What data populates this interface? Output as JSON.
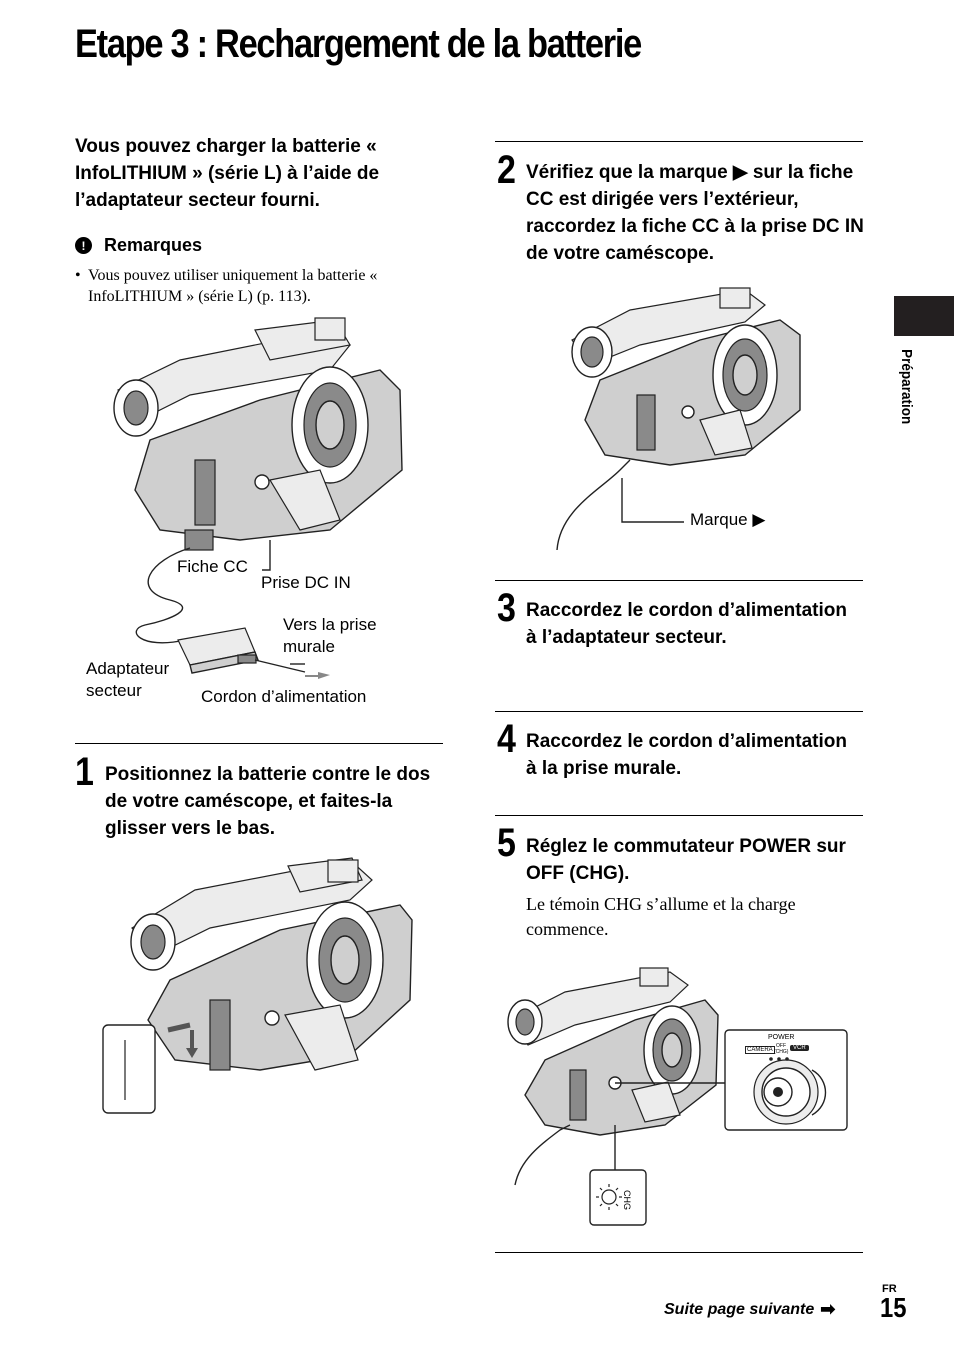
{
  "page": {
    "title": "Etape 3 : Rechargement de la batterie",
    "side_tab_label": "Préparation",
    "footer_next": "Suite page suivante",
    "lang_code": "FR",
    "page_number": "15"
  },
  "intro": "Vous pouvez charger la batterie « InfoLITHIUM » (série L) à l’aide de l’adaptateur secteur fourni.",
  "notes": {
    "heading": "Remarques",
    "items": [
      "Vous pouvez utiliser uniquement la batterie « InfoLITHIUM » (série L) (p. 113)."
    ]
  },
  "figure_main": {
    "labels": {
      "plug": "Fiche CC",
      "jack": "Prise DC IN",
      "to_outlet_1": "Vers la prise",
      "to_outlet_2": "murale",
      "adapter_1": "Adaptateur",
      "adapter_2": "secteur",
      "cord": "Cordon d’alimentation"
    }
  },
  "steps": [
    {
      "number": "1",
      "text": "Positionnez la batterie contre le dos de votre caméscope, et faites-la glisser vers le bas."
    },
    {
      "number": "2",
      "text": "Vérifiez que la marque ▶ sur la fiche CC est dirigée vers l’extérieur, raccordez la fiche CC à la prise DC IN de votre caméscope."
    },
    {
      "number": "3",
      "text": "Raccordez le cordon d’alimentation à l’adaptateur secteur."
    },
    {
      "number": "4",
      "text": "Raccordez le cordon d’alimentation à la prise murale."
    },
    {
      "number": "5",
      "text": "Réglez le commutateur POWER sur OFF (CHG).",
      "body": "Le témoin CHG s’allume et la charge commence."
    }
  ],
  "figure_step2": {
    "mark_label": "Marque ▶"
  },
  "figure_step5": {
    "power_label": "POWER",
    "camera": "CAMERA",
    "off": "OFF",
    "chg": "(CHG)",
    "vcr": "VCR",
    "lamp_label": "CHG"
  }
}
